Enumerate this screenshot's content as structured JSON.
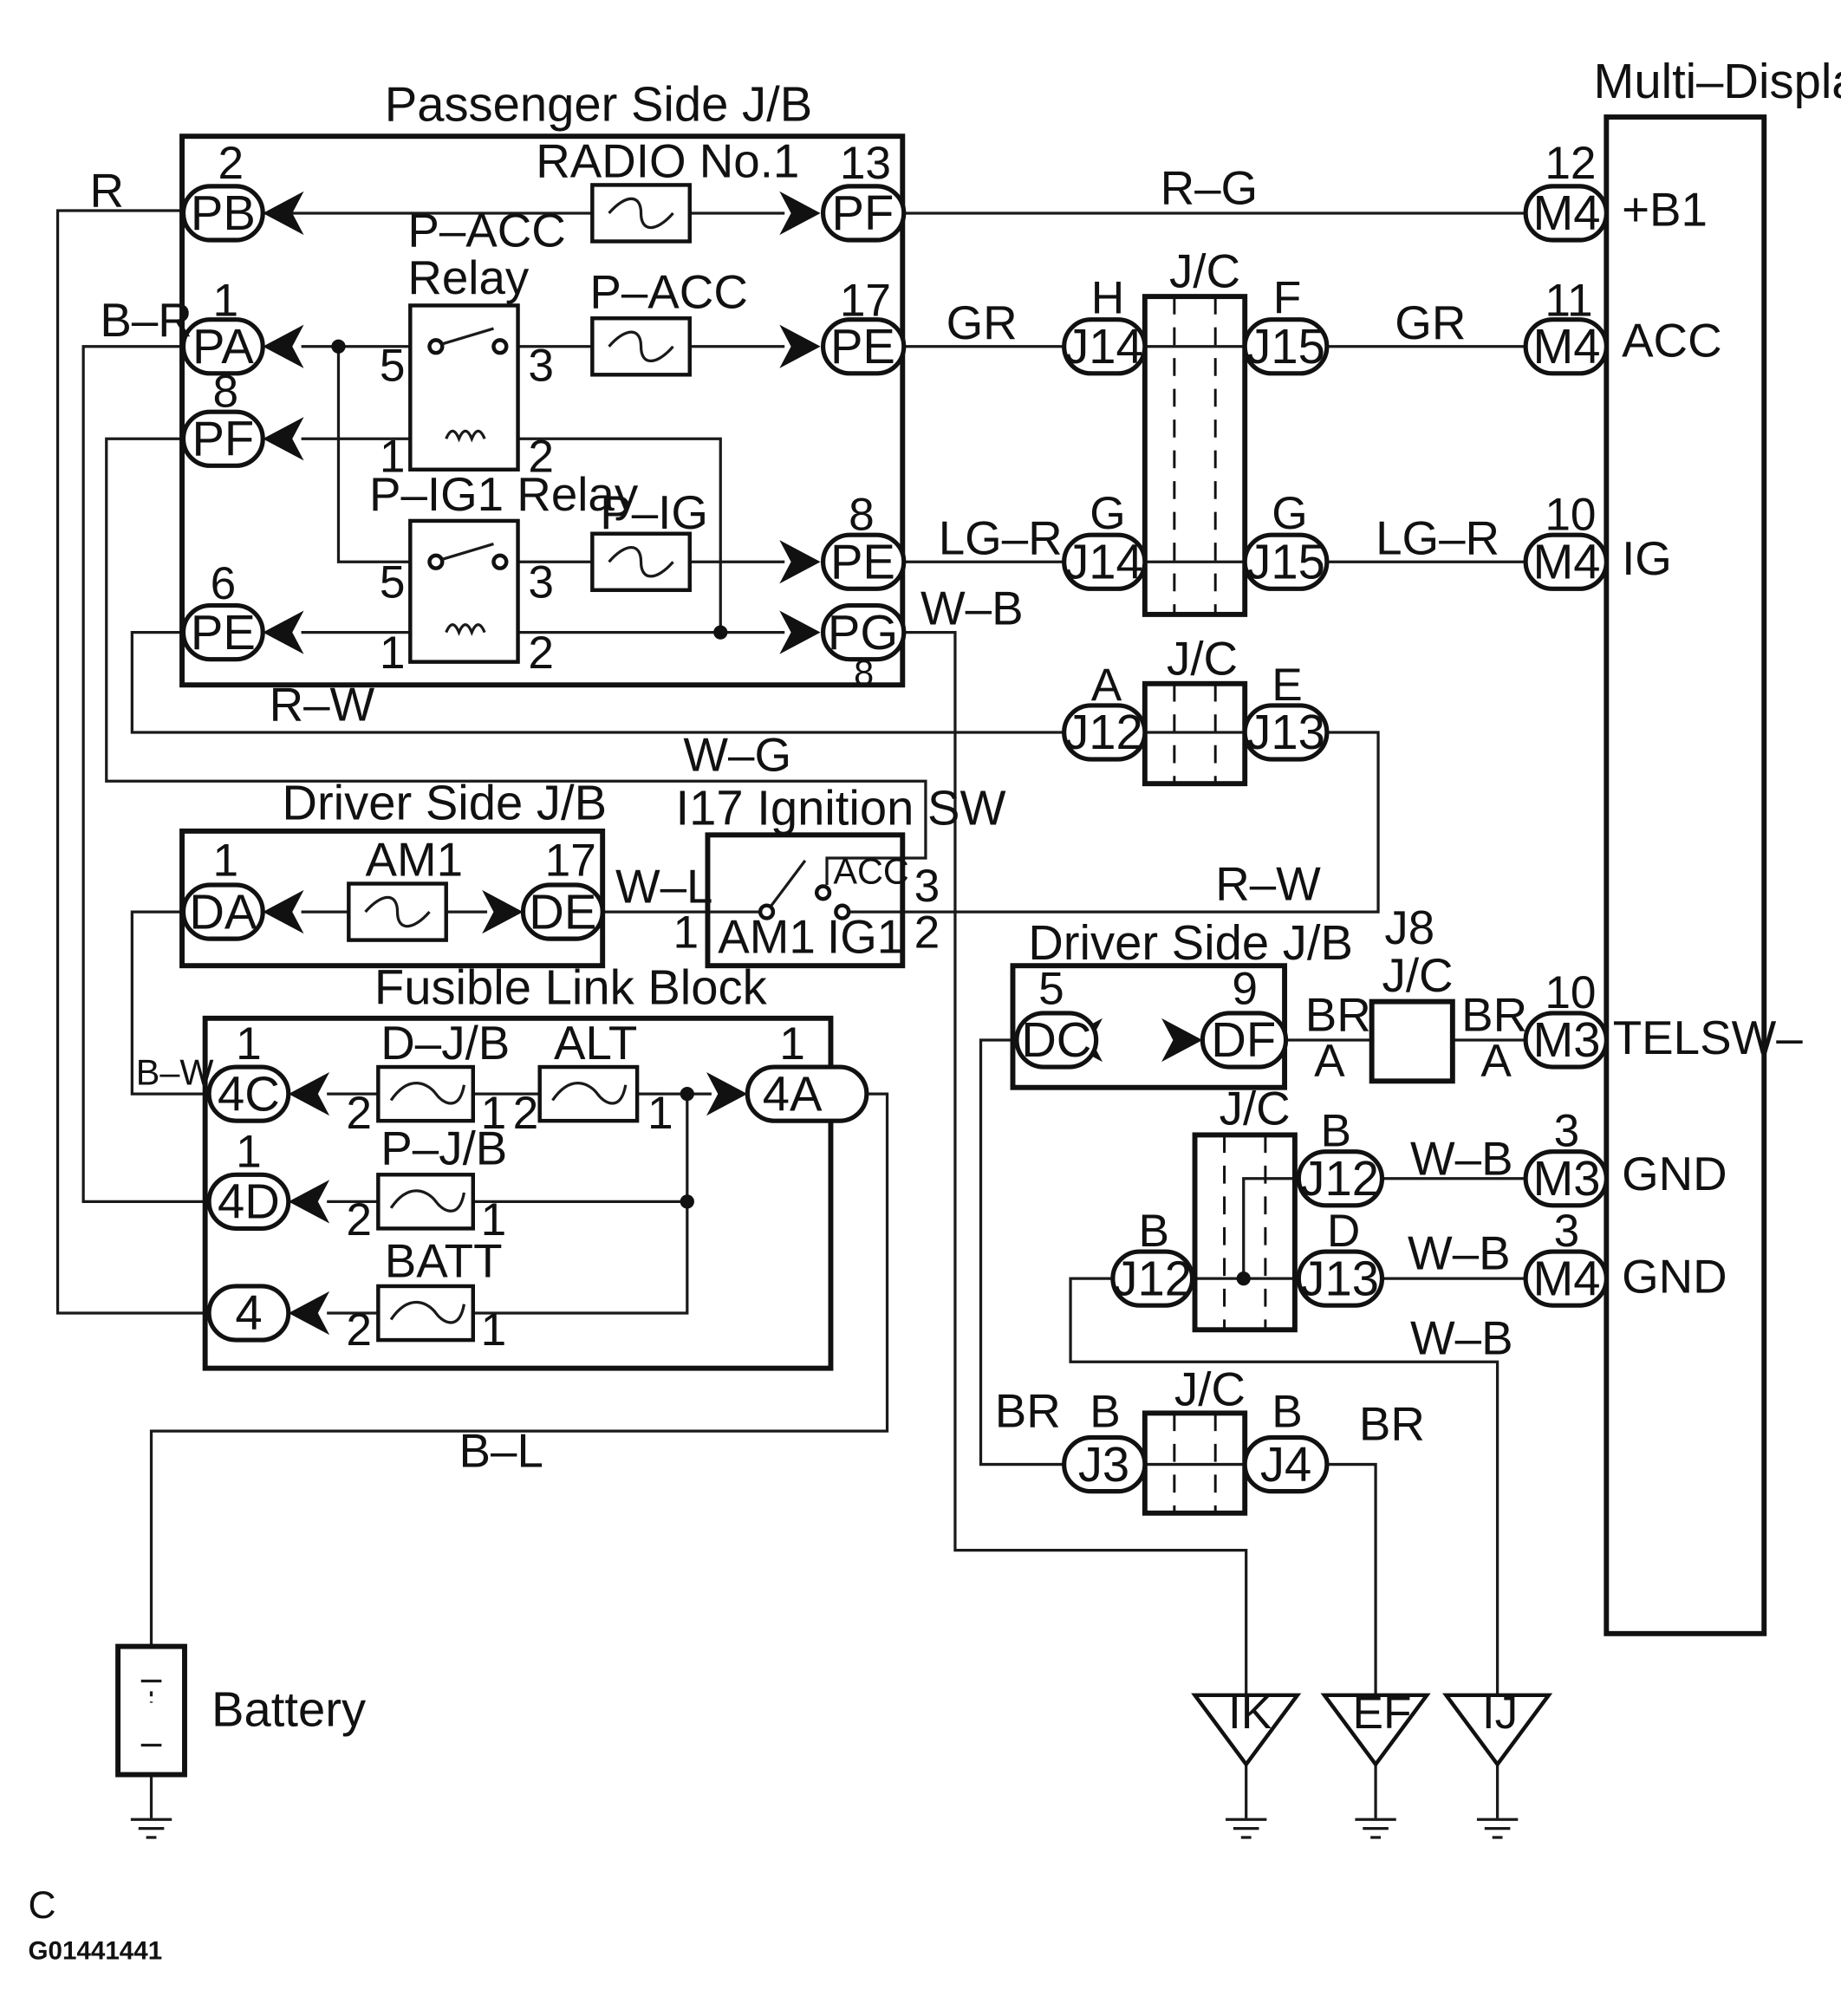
{
  "blocks": {
    "passenger_jb": "Passenger Side J/B",
    "multi_display": "Multi–Display",
    "driver_jb": "Driver Side J/B",
    "ignition": "I17 Ignition SW",
    "driver_jb_2": "Driver Side J/B",
    "fusible": "Fusible Link Block",
    "battery": "Battery"
  },
  "components": {
    "radio_fuse": "RADIO No.1",
    "pacc_relay_l1": "P–ACC",
    "pacc_relay_l2": "Relay",
    "pacc_fuse": "P–ACC",
    "pig1_relay": "P–IG1 Relay",
    "pig_fuse": "P–IG",
    "am1_fuse": "AM1",
    "djb_link": "D–J/B",
    "alt_link": "ALT",
    "pjb_link": "P–J/B",
    "batt_link": "BATT",
    "sw_acc": "ACC",
    "sw_am1": "AM1",
    "sw_ig1": "IG1",
    "jc": "J/C",
    "j8": "J8"
  },
  "connectors": {
    "PB": "PB",
    "PF": "PF",
    "PA": "PA",
    "PE": "PE",
    "PG": "PG",
    "DA": "DA",
    "DE": "DE",
    "DC": "DC",
    "DF": "DF",
    "C4C": "4C",
    "C4A": "4A",
    "C4D": "4D",
    "C4": "4",
    "M4": "M4",
    "M3": "M3",
    "J3": "J3",
    "J4": "J4",
    "J12": "J12",
    "J13": "J13",
    "J14": "J14",
    "J15": "J15"
  },
  "pins": {
    "p1": "1",
    "p2": "2",
    "p3": "3",
    "p5": "5",
    "p6": "6",
    "p8": "8",
    "p9": "9",
    "p10": "10",
    "p11": "11",
    "p12": "12",
    "p13": "13",
    "p17": "17",
    "A": "A",
    "B": "B",
    "D": "D",
    "E": "E",
    "F": "F",
    "G": "G",
    "H": "H"
  },
  "wires": {
    "R": "R",
    "R_G": "R–G",
    "B_R": "B–R",
    "GR": "GR",
    "LG_R": "LG–R",
    "W_B": "W–B",
    "R_W": "R–W",
    "W_G": "W–G",
    "W_L": "W–L",
    "BR": "BR",
    "B_W": "B–W",
    "B_L": "B–L"
  },
  "terminals": {
    "b1": "+B1",
    "acc": "ACC",
    "ig": "IG",
    "telsw": "TELSW–",
    "gnd": "GND"
  },
  "grounds": {
    "IK": "IK",
    "EF": "EF",
    "IJ": "IJ"
  },
  "footer": {
    "letter": "C",
    "code": "G01441441"
  }
}
